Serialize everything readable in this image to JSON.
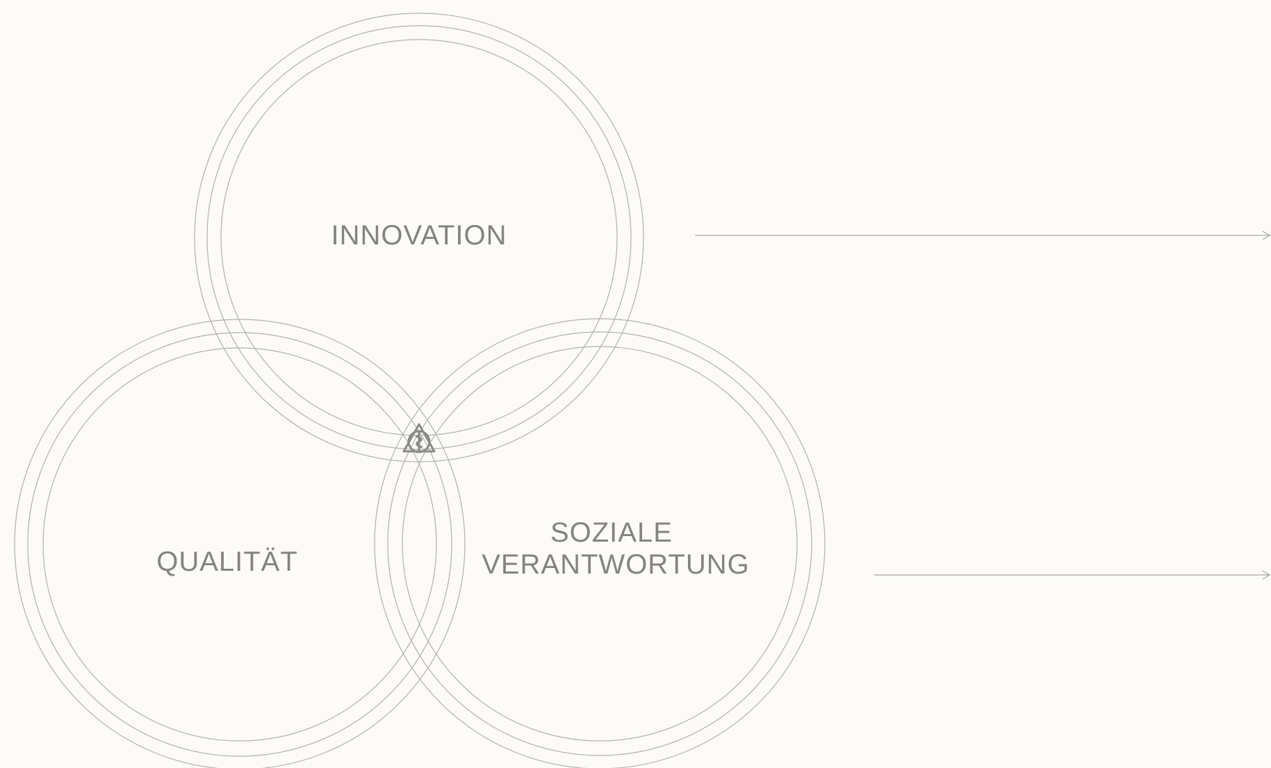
{
  "diagram": {
    "circles": [
      {
        "id": "innovation",
        "label_lines": [
          "INNOVATION"
        ]
      },
      {
        "id": "qualitaet",
        "label_lines": [
          "QUALITÄT"
        ]
      },
      {
        "id": "soziale-verantwortung",
        "label_lines": [
          "SOZIALE",
          "VERANTWORTUNG"
        ]
      }
    ],
    "center_emblem": "triangle-circle-caduceus-emblem",
    "connectors": [
      "arrow-from-innovation",
      "arrow-from-soziale-verantwortung"
    ],
    "colors": {
      "background": "#fcfbf8",
      "ring_stroke": "#b2b0ad",
      "label_text": "#858380",
      "connector": "#a8a6a3",
      "emblem": "#8c8a87"
    }
  }
}
